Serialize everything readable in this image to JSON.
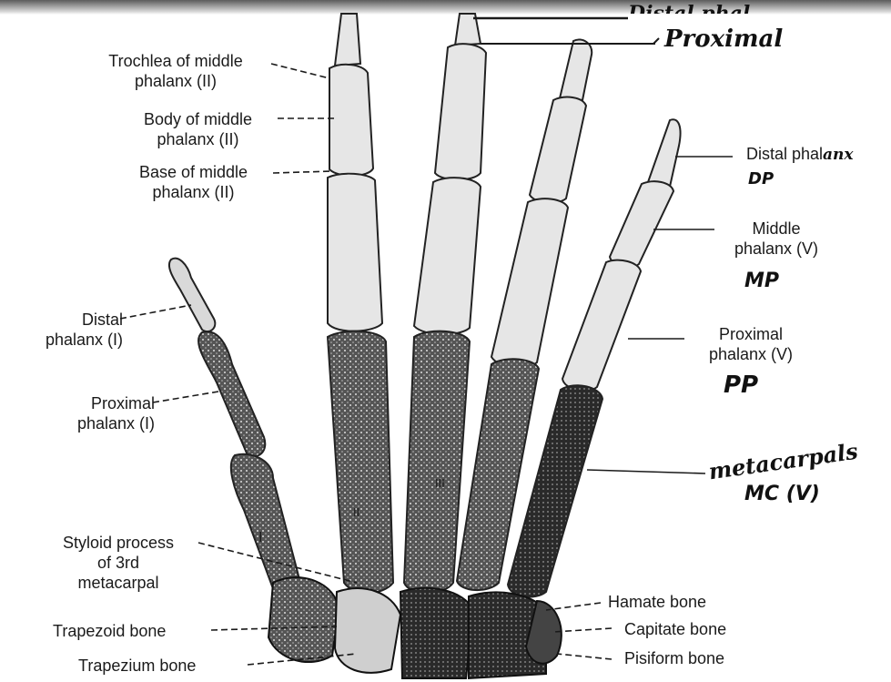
{
  "labels": {
    "trochlea_middle": [
      "Trochlea of middle",
      "phalanx (II)"
    ],
    "body_middle": [
      "Body of middle",
      "phalanx (II)"
    ],
    "base_middle": [
      "Base of middle",
      "phalanx (II)"
    ],
    "distal_phalanx_i": [
      "Distal",
      "phalanx (I)"
    ],
    "proximal_phalanx_i": [
      "Proximal",
      "phalanx (I)"
    ],
    "styloid": [
      "Styloid process",
      "of 3rd",
      "metacarpal"
    ],
    "trapezoid": "Trapezoid bone",
    "trapezium": "Trapezium bone",
    "distal_phalanx_v": "Distal phal",
    "middle_phalanx_v": [
      "Middle",
      "phalanx (V)"
    ],
    "proximal_phalanx_v": [
      "Proximal",
      "phalanx (V)"
    ],
    "hamate": "Hamate bone",
    "capitate": "Capitate bone",
    "pisiform": "Pisiform bone"
  },
  "handwritten": {
    "top_cut": "Distal phal",
    "proximal": "Proximal",
    "ank": "anx",
    "dp": "DP",
    "mp": "MP",
    "pp": "PP",
    "metacarpals": "metacarpals",
    "mc_v": "MC (V)"
  },
  "roman_marks": [
    "I",
    "II",
    "III"
  ]
}
